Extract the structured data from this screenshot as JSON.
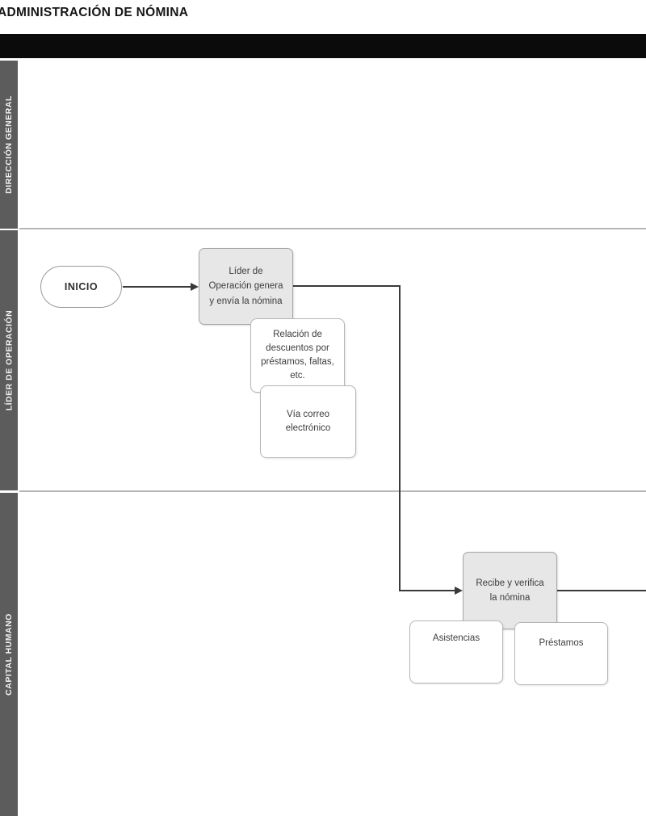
{
  "title": "ADMINISTRACIÓN DE NÓMINA",
  "colors": {
    "top_bar": "#0b0b0b",
    "lane_header": "#5c5c5c",
    "lane_divider": "#b7b7b7",
    "process_fill": "#e7e7e7",
    "note_fill": "#ffffff",
    "border_gray": "#a6a6a6",
    "connector": "#3a3a3a"
  },
  "lanes": [
    {
      "label": "DIRECCIÓN GENERAL"
    },
    {
      "label": "LÍDER DE OPERACIÓN"
    },
    {
      "label": "CAPITAL HUMANO"
    }
  ],
  "nodes": {
    "start": "INICIO",
    "process1": "Líder de\nOperación genera\ny envía la nómina",
    "note1": "Relación de\ndescuentos por\npréstamos, faltas,\netc.",
    "note2": "Vía correo\nelectrónico",
    "process2": "Recibe y verifica\nla nómina",
    "note3": "Asistencias",
    "note4": "Préstamos"
  }
}
